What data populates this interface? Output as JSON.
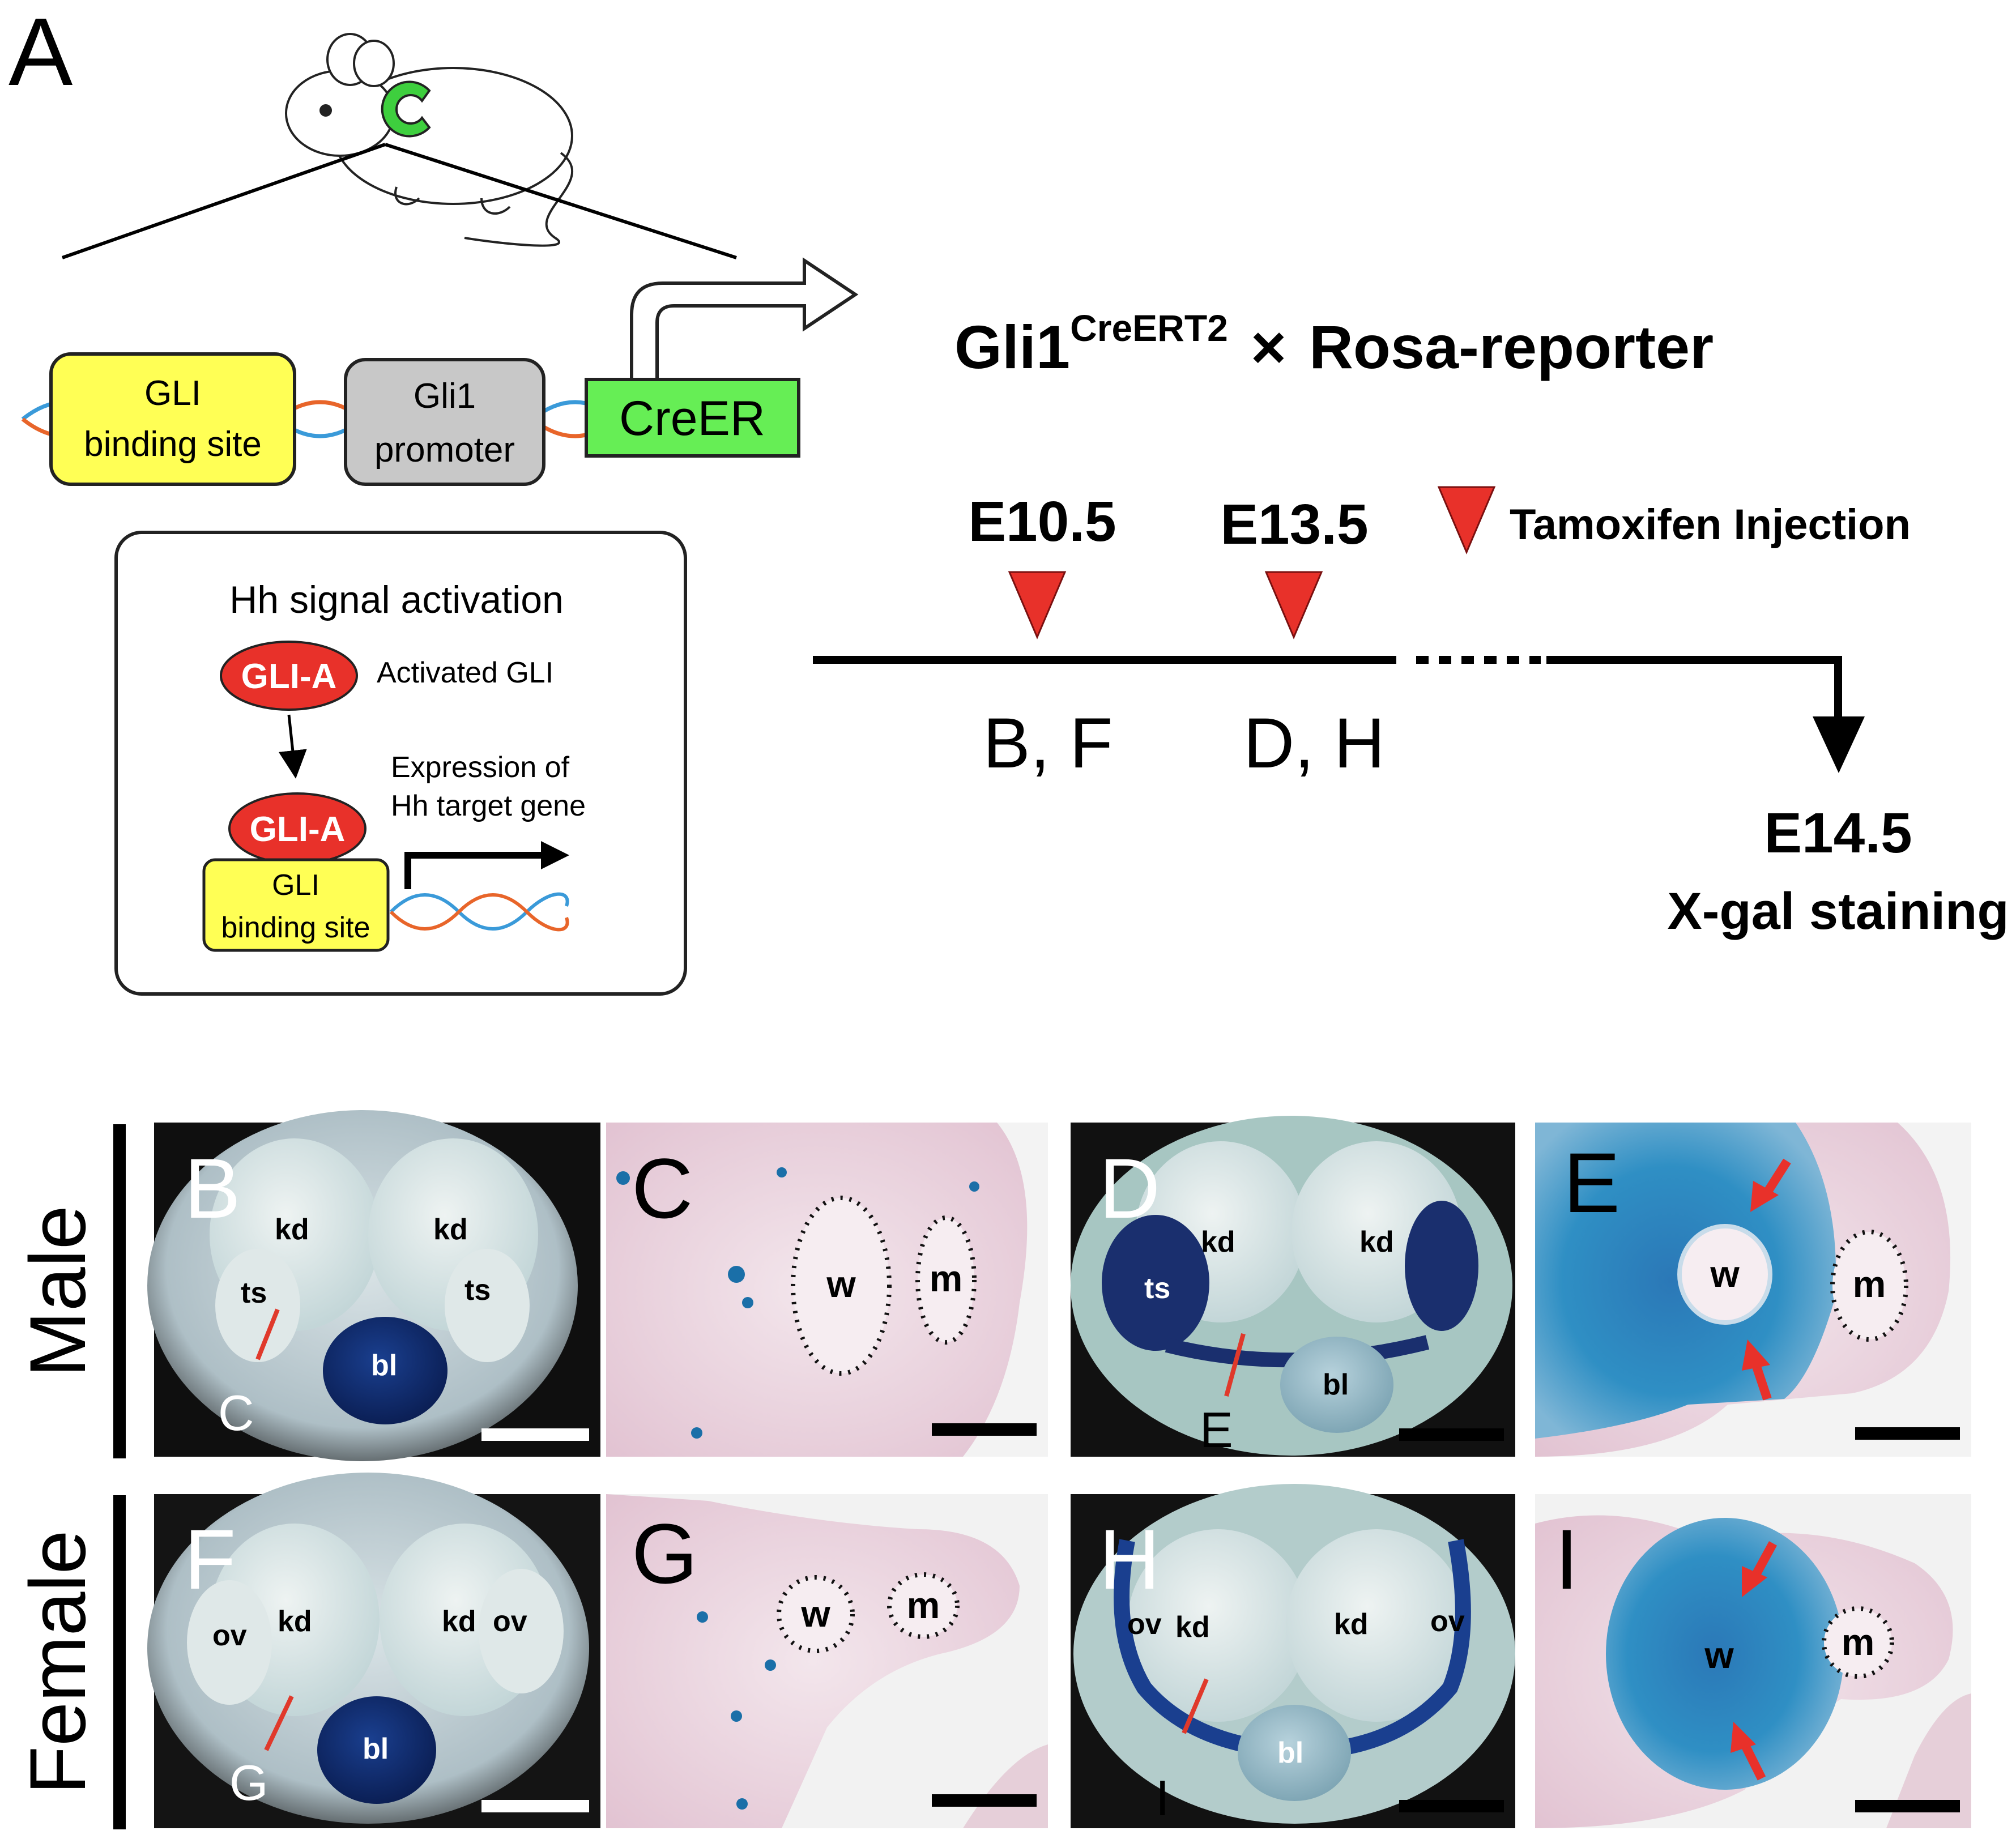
{
  "figure": {
    "panel_A": {
      "label": "A",
      "construct": {
        "gli_binding_site": [
          "GLI",
          "binding site"
        ],
        "promoter": [
          "Gli1",
          "promoter"
        ],
        "creer": "CreER"
      },
      "inset": {
        "title": "Hh signal activation",
        "gli_a": "GLI-A",
        "activated_gli": "Activated GLI",
        "expression": [
          "Expression of",
          "Hh target gene"
        ],
        "binding_site": [
          "GLI",
          "binding site"
        ]
      },
      "cross": {
        "gene": "Gli1",
        "superscript": "CreERT2",
        "times": "×",
        "reporter": "Rosa-reporter"
      },
      "timeline": {
        "e105": "E10.5",
        "e135": "E13.5",
        "legend": "Tamoxifen Injection",
        "panels_1": "B, F",
        "panels_2": "D, H",
        "end_stage": "E14.5",
        "end_assay": "X-gal staining"
      }
    },
    "rows": {
      "male": "Male",
      "female": "Female"
    },
    "panels": {
      "B": {
        "label": "B",
        "kd_left": "kd",
        "kd_right": "kd",
        "ts_left": "ts",
        "ts_right": "ts",
        "bl": "bl",
        "cut": "C"
      },
      "C": {
        "label": "C",
        "w": "w",
        "m": "m"
      },
      "D": {
        "label": "D",
        "kd_left": "kd",
        "kd_right": "kd",
        "ts": "ts",
        "bl": "bl",
        "cut": "E"
      },
      "E": {
        "label": "E",
        "w": "w",
        "m": "m"
      },
      "F": {
        "label": "F",
        "ov_left": "ov",
        "kd_left": "kd",
        "kd_right": "kd",
        "ov_right": "ov",
        "bl": "bl",
        "cut": "G"
      },
      "G": {
        "label": "G",
        "w": "w",
        "m": "m"
      },
      "H": {
        "label": "H",
        "ov_left": "ov",
        "kd_left": "kd",
        "kd_right": "kd",
        "ov_right": "ov",
        "bl": "bl",
        "cut": "I"
      },
      "I": {
        "label": "I",
        "w": "w",
        "m": "m"
      }
    },
    "colors": {
      "gli_box": "#ffff55",
      "promoter_box": "#c8c8c8",
      "creer_box": "#66ee55",
      "gli_a": "#e8312a",
      "tamoxifen": "#e8312a",
      "stain_blue": "#1a3f8f",
      "tissue_pink": "#e9c9d8"
    }
  }
}
